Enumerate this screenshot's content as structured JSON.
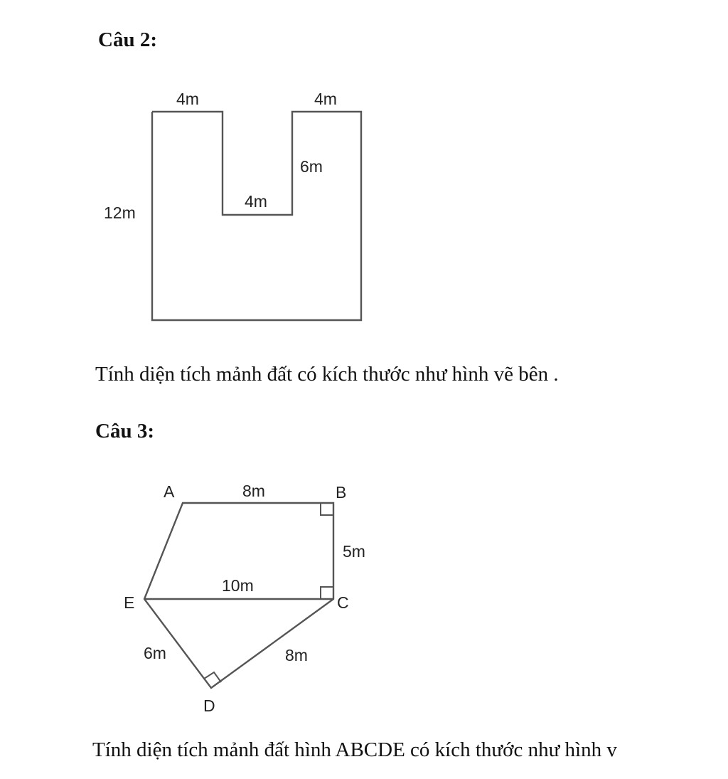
{
  "question2": {
    "heading": "Câu 2:",
    "figure": {
      "labels": {
        "top_left": "4m",
        "top_right": "4m",
        "notch_side": "6m",
        "notch_bottom": "4m",
        "left_side": "12m"
      }
    },
    "prompt": "Tính diện tích mảnh đất có kích thước như hình vẽ bên ."
  },
  "question3": {
    "heading": "Câu 3:",
    "figure": {
      "vertices": {
        "A": "A",
        "B": "B",
        "C": "C",
        "D": "D",
        "E": "E"
      },
      "labels": {
        "AB": "8m",
        "BC": "5m",
        "EC": "10m",
        "ED": "6m",
        "DC": "8m"
      }
    },
    "prompt": "Tính diện tích mảnh đất hình ABCDE có kích thước như hình v"
  }
}
